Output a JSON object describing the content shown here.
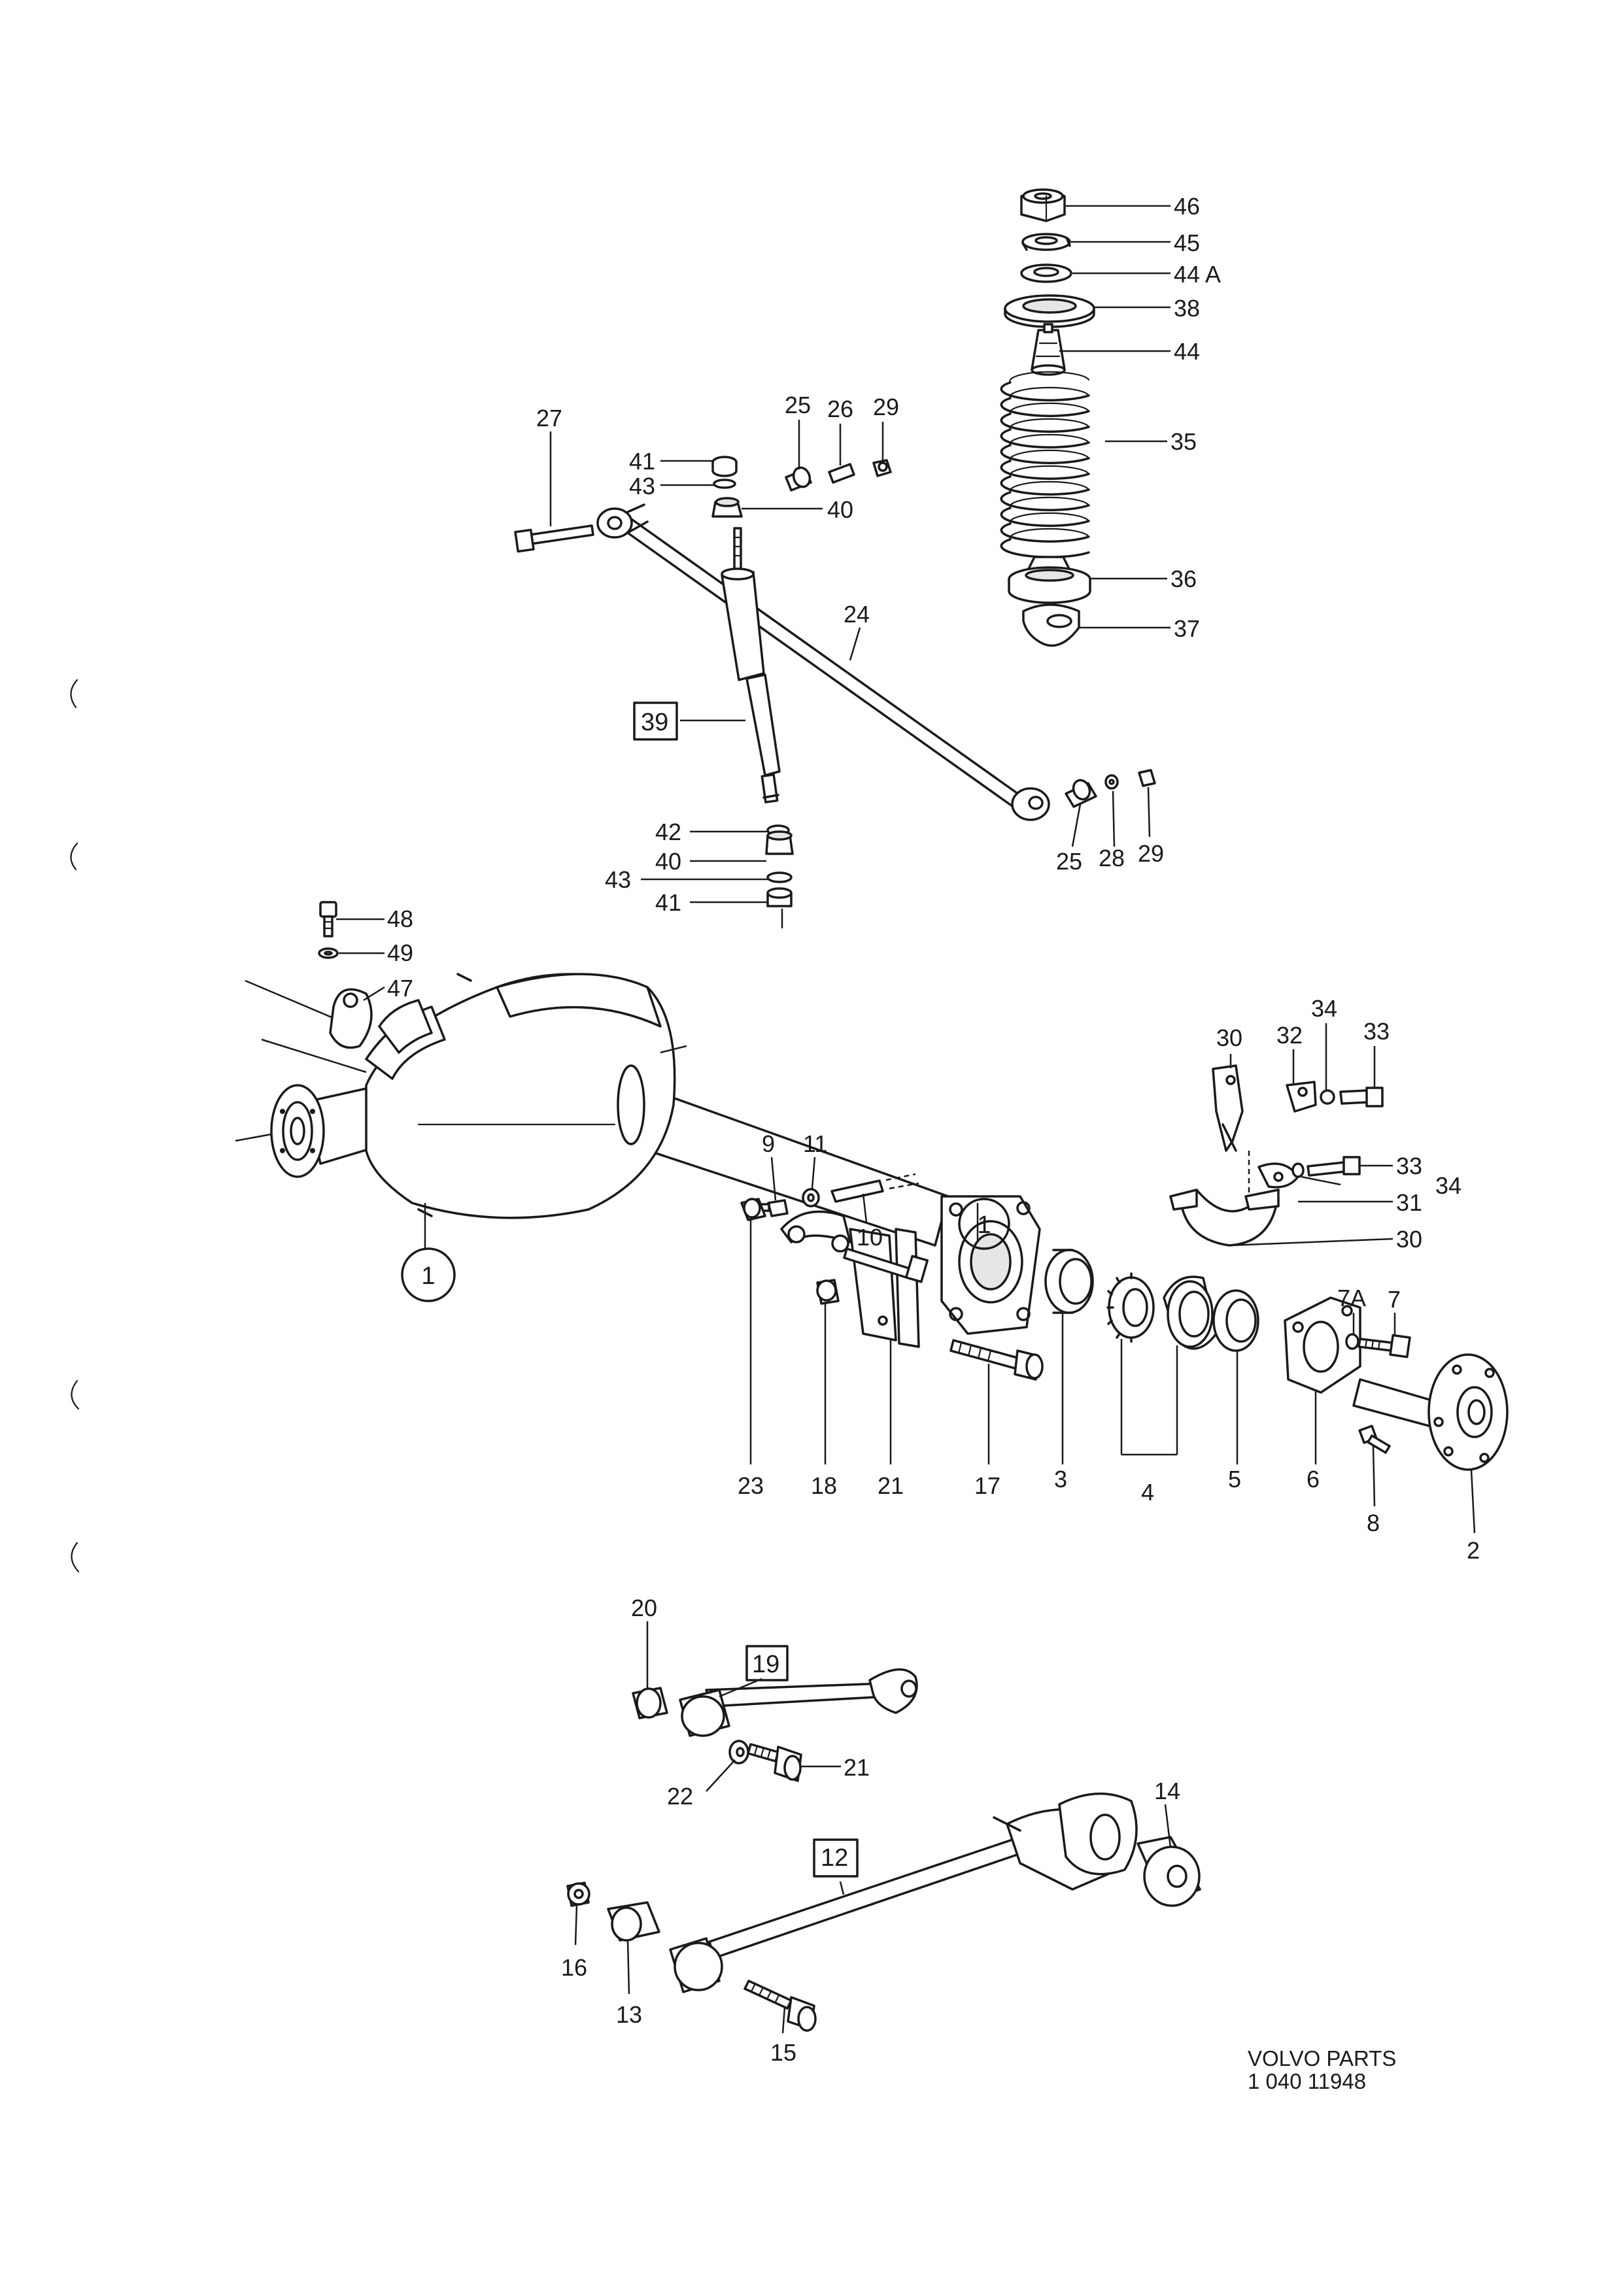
{
  "callouts": {
    "c1a": "1",
    "c1b": "1",
    "c2": "2",
    "c3": "3",
    "c4": "4",
    "c5": "5",
    "c6": "6",
    "c7": "7",
    "c7A": "7A",
    "c8": "8",
    "c9": "9",
    "c10": "10",
    "c11": "11",
    "c12": "12",
    "c13": "13",
    "c14": "14",
    "c15": "15",
    "c16": "16",
    "c17": "17",
    "c18": "18",
    "c19": "19",
    "c20": "20",
    "c21a": "21",
    "c21b": "21",
    "c22": "22",
    "c23": "23",
    "c24": "24",
    "c25a": "25",
    "c25b": "25",
    "c26": "26",
    "c27": "27",
    "c28": "28",
    "c29a": "29",
    "c29b": "29",
    "c30a": "30",
    "c30b": "30",
    "c31": "31",
    "c32": "32",
    "c33a": "33",
    "c33b": "33",
    "c34a": "34",
    "c34b": "34",
    "c35": "35",
    "c36": "36",
    "c37": "37",
    "c38": "38",
    "c39": "39",
    "c40a": "40",
    "c40b": "40",
    "c41a": "41",
    "c41b": "41",
    "c42": "42",
    "c43a": "43",
    "c43b": "43",
    "c44": "44",
    "c44A": "44 A",
    "c45": "45",
    "c46": "46",
    "c47": "47",
    "c48": "48",
    "c49": "49"
  },
  "footer": {
    "brand": "VOLVO PARTS",
    "catalog_number": "1 040 11948"
  },
  "colors": {
    "ink": "#1a1a1a",
    "paper": "#ffffff"
  }
}
